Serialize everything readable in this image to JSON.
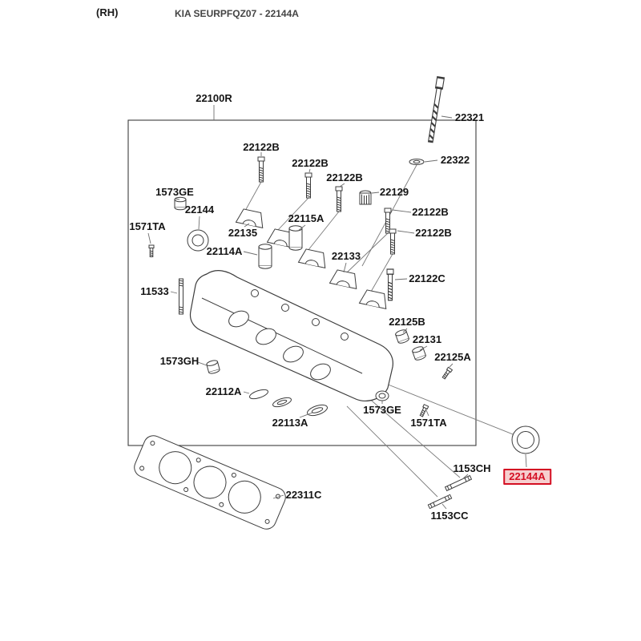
{
  "header": {
    "side": "(RH)",
    "title": "KIA SEURPFQZ07 - 22144A"
  },
  "diagram": {
    "assembly_label": "22100R",
    "highlighted_part": "22144A",
    "highlight_color": "#d40f23",
    "line_color": "#3c3c3c",
    "labels": [
      {
        "text": "22100R"
      },
      {
        "text": "22321"
      },
      {
        "text": "22322"
      },
      {
        "text": "22122B"
      },
      {
        "text": "22122B"
      },
      {
        "text": "22122B"
      },
      {
        "text": "22129"
      },
      {
        "text": "22122B"
      },
      {
        "text": "22122B"
      },
      {
        "text": "1573GE"
      },
      {
        "text": "22144"
      },
      {
        "text": "1571TA"
      },
      {
        "text": "22135"
      },
      {
        "text": "22115A"
      },
      {
        "text": "22114A"
      },
      {
        "text": "22133"
      },
      {
        "text": "22122C"
      },
      {
        "text": "11533"
      },
      {
        "text": "22125B"
      },
      {
        "text": "22131"
      },
      {
        "text": "22125A"
      },
      {
        "text": "1573GH"
      },
      {
        "text": "22112A"
      },
      {
        "text": "22113A"
      },
      {
        "text": "1573GE"
      },
      {
        "text": "1571TA"
      },
      {
        "text": "22311C"
      },
      {
        "text": "1153CH"
      },
      {
        "text": "22144A",
        "highlighted": true
      },
      {
        "text": "1153CC"
      }
    ]
  }
}
